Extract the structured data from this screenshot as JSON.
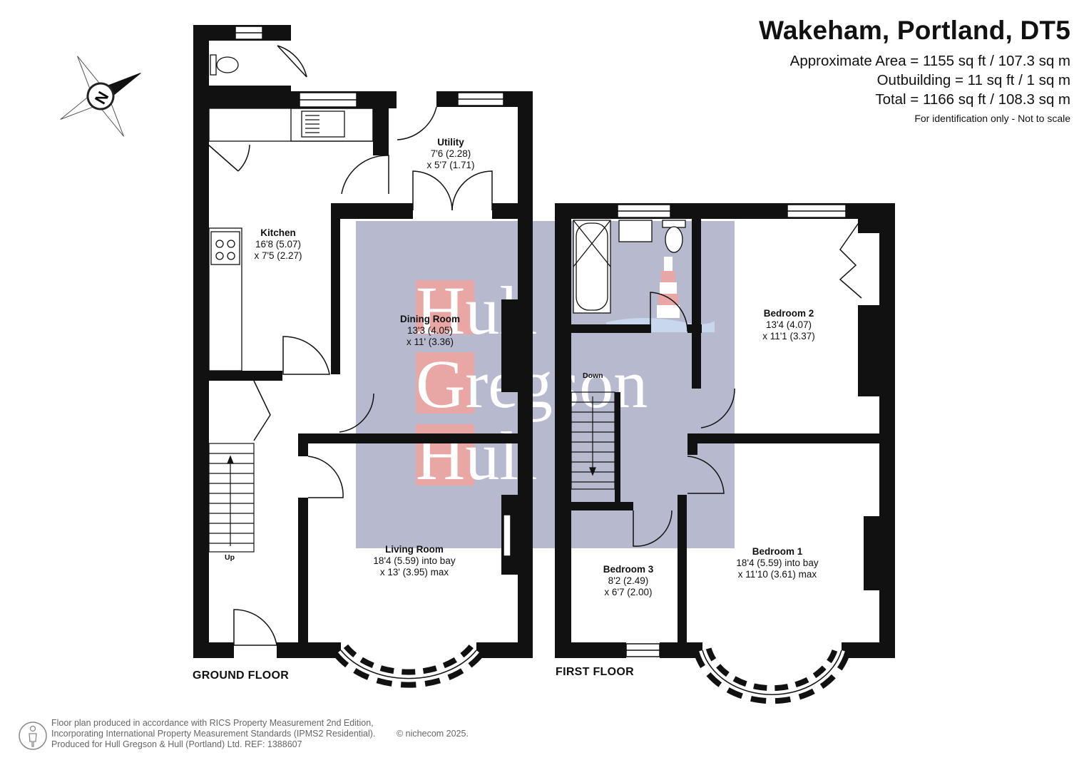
{
  "header": {
    "title": "Wakeham, Portland, DT5",
    "approx_area": "Approximate Area = 1155 sq ft / 107.3 sq m",
    "outbuilding": "Outbuilding = 11 sq ft / 1 sq m",
    "total": "Total = 1166 sq ft / 108.3 sq m",
    "note": "For identification only - Not to scale"
  },
  "watermark": {
    "line1": "Hull",
    "line2": "Gregson",
    "line3": "Hull"
  },
  "compass": {
    "label": "N"
  },
  "floors": {
    "ground": "GROUND FLOOR",
    "first": "FIRST FLOOR"
  },
  "stairs": {
    "up": "Up",
    "down": "Down"
  },
  "rooms": {
    "utility": {
      "name": "Utility",
      "dim1": "7'6 (2.28)",
      "dim2": "x 5'7 (1.71)"
    },
    "kitchen": {
      "name": "Kitchen",
      "dim1": "16'8 (5.07)",
      "dim2": "x 7'5 (2.27)"
    },
    "dining": {
      "name": "Dining Room",
      "dim1": "13'3 (4.05)",
      "dim2": "x 11' (3.36)"
    },
    "living": {
      "name": "Living Room",
      "dim1": "18'4 (5.59) into bay",
      "dim2": "x 13' (3.95) max"
    },
    "bedroom2": {
      "name": "Bedroom 2",
      "dim1": "13'4 (4.07)",
      "dim2": "x 11'1 (3.37)"
    },
    "bedroom3": {
      "name": "Bedroom 3",
      "dim1": "8'2 (2.49)",
      "dim2": "x 6'7 (2.00)"
    },
    "bedroom1": {
      "name": "Bedroom 1",
      "dim1": "18'4 (5.59) into bay",
      "dim2": "x 11'10 (3.61) max"
    }
  },
  "footer": {
    "line1": "Floor plan produced in accordance with RICS Property Measurement 2nd Edition,",
    "line2": "Incorporating International Property Measurement Standards (IPMS2 Residential).",
    "line3": "Produced for Hull Gregson & Hull (Portland) Ltd.   REF:  1388607",
    "copyright": "© nichecom 2025."
  },
  "colors": {
    "wall": "#111111",
    "watermark_bg": "#b7b9cf",
    "watermark_box": "#e8a7a5",
    "watermark_text": "#ffffff"
  }
}
